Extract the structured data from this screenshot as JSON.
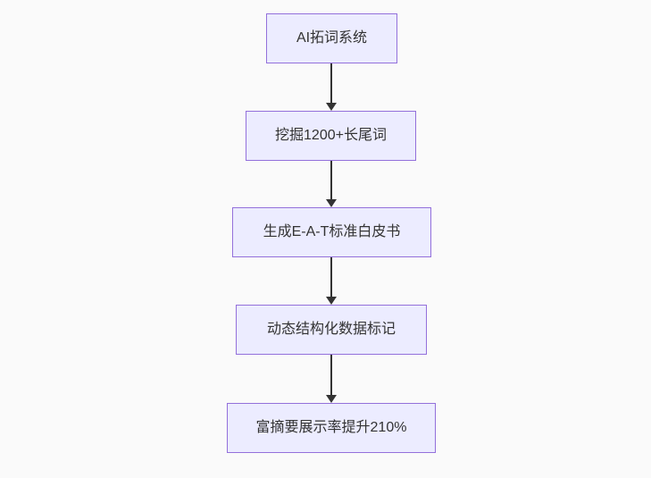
{
  "diagram": {
    "type": "flowchart",
    "direction": "top-down",
    "nodes": [
      {
        "id": "n1",
        "label": "AI拓词系统"
      },
      {
        "id": "n2",
        "label": "挖掘1200+长尾词"
      },
      {
        "id": "n3",
        "label": "生成E-A-T标准白皮书"
      },
      {
        "id": "n4",
        "label": "动态结构化数据标记"
      },
      {
        "id": "n5",
        "label": "富摘要展示率提升210%"
      }
    ],
    "edges": [
      {
        "from": "n1",
        "to": "n2"
      },
      {
        "from": "n2",
        "to": "n3"
      },
      {
        "from": "n3",
        "to": "n4"
      },
      {
        "from": "n4",
        "to": "n5"
      }
    ],
    "colors": {
      "node_fill": "#ECECFF",
      "node_border": "#9370DB",
      "arrow": "#333333",
      "text": "#333333",
      "background": "#FAFAFA"
    }
  }
}
